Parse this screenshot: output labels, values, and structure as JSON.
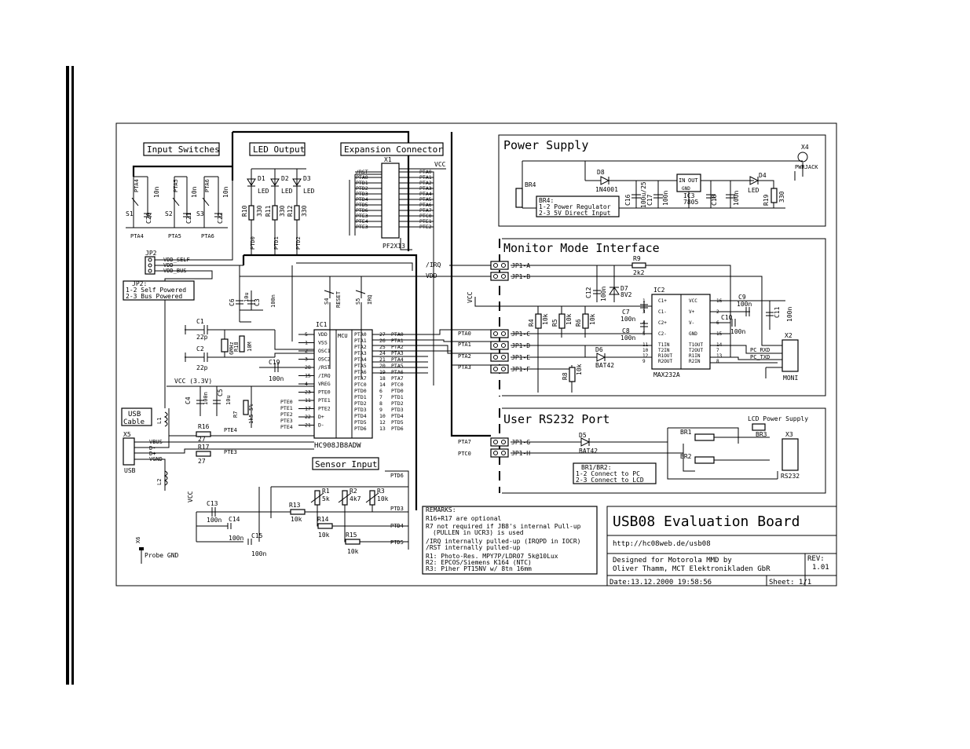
{
  "sections": {
    "input_switches": "Input Switches",
    "led_output": "LED Output",
    "expansion_connector": "Expansion Connector",
    "power_supply": "Power Supply",
    "monitor_mode": "Monitor Mode Interface",
    "user_rs232": "User RS232 Port",
    "sensor_input": "Sensor Input",
    "usb_cable": [
      "USB",
      "Cable"
    ],
    "lcd_power": "LCD Power Supply"
  },
  "switches": {
    "labels": [
      "S1",
      "S2",
      "S3"
    ],
    "caps": [
      "C20",
      "C21",
      "C22"
    ],
    "cap_value": "10n",
    "pins": [
      "PTA4",
      "PTA5",
      "PTA6"
    ]
  },
  "leds": {
    "labels": [
      "D1",
      "D2",
      "D3"
    ],
    "led_text": "LED",
    "resistors": [
      "R10",
      "R11",
      "R12"
    ],
    "res_value": "330",
    "pins": [
      "PTD0",
      "PTD1",
      "PTD2"
    ]
  },
  "expansion": {
    "ref": "X1",
    "part": "PF2X13",
    "vcc": "VCC",
    "left": [
      "/RST",
      "PTA0",
      "PTD1",
      "PTD2",
      "PTD3",
      "PTD4",
      "PTD5",
      "PTD6",
      "PTE3",
      "PTE4",
      "PTE3"
    ],
    "right": [
      "PTA0",
      "PTA1",
      "PTA2",
      "PTA3",
      "PTA4",
      "PTA5",
      "PTA6",
      "PTA7",
      "PTC0",
      "PTE1",
      "PTE2"
    ]
  },
  "power": {
    "br4": "BR4",
    "br4_note": [
      "BR4:",
      "1-2 Power Regulator",
      "2-3 5V Direct Input"
    ],
    "d8": "D8",
    "d8_part": "1N4001",
    "c16": "C16",
    "c16_val": "100u/25",
    "c17": "C17",
    "c17_val": "100n",
    "ic3": "IC3",
    "ic3_part": "7805",
    "ic3_in": "IN",
    "ic3_out": "OUT",
    "ic3_gnd": "GND",
    "c18": "C18",
    "c18_val": "100n",
    "d4": "D4",
    "d4_part": "LED",
    "r19": "R19",
    "r19_val": "330",
    "x4": "X4",
    "x4_part": "PWRJACK"
  },
  "jp2": {
    "ref": "JP2",
    "pins": [
      "VDD_SELF",
      "VDD",
      "VDD_BUS"
    ],
    "note": [
      "JP2:",
      "1-2 Self Powered",
      "2-3 Bus Powered"
    ]
  },
  "mcu": {
    "ref": "IC1",
    "part": "HC908JB8ADW",
    "tag": "MCU",
    "left_pins": [
      "VDD",
      "VSS",
      "OSC1",
      "OSC2",
      "/RST",
      "/IRQ",
      "VREG",
      "PTE0",
      "PTE1",
      "PTE2",
      "D+",
      "D-"
    ],
    "right_pins": [
      "PTA0",
      "PTA1",
      "PTA2",
      "PTA3",
      "PTA4",
      "PTA5",
      "PTA6",
      "PTA7",
      "PTC0",
      "PTD0",
      "PTD1",
      "PTD2",
      "PTD3",
      "PTD4",
      "PTD5",
      "PTD6"
    ],
    "right_nums": [
      "27",
      "26",
      "25",
      "24",
      "21",
      "20",
      "19",
      "18",
      "14",
      "6",
      "7",
      "8",
      "9",
      "10",
      "12",
      "13"
    ],
    "left_nums": [
      "5",
      "1",
      "2",
      "3",
      "28",
      "15",
      "4",
      "23",
      "11",
      "17",
      "22",
      "21"
    ]
  },
  "misc": {
    "c1": "C1",
    "c2": "C2",
    "c1_val": "22p",
    "c2_val": "22p",
    "q": "6MHz",
    "r18": "R18",
    "r18_val": "10M",
    "c19": "C19",
    "c19_val": "100n",
    "c6": "C6",
    "c3": "C3",
    "c6_val": "10u",
    "c3_val": "100n",
    "s4": "S4",
    "s4_lbl": "RESET",
    "s5": "S5",
    "s5_lbl": "IRQ",
    "vcc33": "VCC (3.3V)",
    "c4": "C4",
    "c4_val": "100n",
    "c5": "C5",
    "c5_val": "10u",
    "r7": "R7",
    "r7_val": "1k5 5%",
    "ptd_left": [
      "PTE0",
      "PTE1",
      "PTE2",
      "PTE3",
      "PTE4"
    ],
    "x5": "X5",
    "x5_part": "USB",
    "x5_pins": [
      "VBUS",
      "D-",
      "D+",
      "VGND"
    ],
    "l1": "L1",
    "l2": "L2",
    "r16": "R16",
    "r16_val": "27",
    "r17": "R17",
    "r17_val": "27",
    "pte4": "PTE4",
    "pte3": "PTE3",
    "x6": "X6",
    "probe": "Probe GND"
  },
  "monitor": {
    "jp1": [
      "JP1-A",
      "JP1-B",
      "JP1-C",
      "JP1-D",
      "JP1-E",
      "JP1-F"
    ],
    "irq": "/IRQ",
    "vdd": "VDD",
    "r9": "R9",
    "r9_val": "2k2",
    "c12": "C12",
    "c12_val": "100n",
    "d7": "D7",
    "d7_val": "8V2",
    "ic2": "IC2",
    "ic2_part": "MAX232A",
    "ic2_left": [
      "C1+",
      "C1-",
      "C2+",
      "C2-",
      "T1IN",
      "T2IN",
      "R1OUT",
      "R2OUT"
    ],
    "ic2_right": [
      "VCC",
      "V+",
      "V-",
      "GND",
      "T1OUT",
      "T2OUT",
      "R1IN",
      "R2IN"
    ],
    "c7": "C7",
    "c7_val": "100n",
    "c8": "C8",
    "c8_val": "100n",
    "c9": "C9",
    "c9_val": "100n",
    "c10": "C10",
    "c10_val": "100n",
    "c11": "C11",
    "c11_val": "100n",
    "r4": "R4",
    "r5": "R5",
    "r6": "R6",
    "r8": "R8",
    "r_val": "10k",
    "d6": "D6",
    "d6_part": "BAT42",
    "pta_side": [
      "PTA0",
      "PTA1",
      "PTA2",
      "PTA3"
    ],
    "vcc": "VCC",
    "x2": "X2",
    "x2_part": "MONI",
    "pc_rxd": "PC_RXD",
    "pc_txd": "PC_TXD"
  },
  "rs232": {
    "jp1": [
      "JP1-G",
      "JP1-H"
    ],
    "pins": [
      "PTA7",
      "PTC0"
    ],
    "d5": "D5",
    "d5_part": "BAT42",
    "br1": "BR1",
    "br2": "BR2",
    "br3": "BR3",
    "note": [
      "BR1/BR2:",
      "1-2 Connect to PC",
      "2-3 Connect to LCD"
    ],
    "x3": "X3",
    "x3_part": "RS232"
  },
  "sensors": {
    "vcc": "VCC",
    "c13": "C13",
    "c13_val": "100n",
    "c14": "C14",
    "c14_val": "100n",
    "c15": "C15",
    "c15_val": "100n",
    "r1": "R1",
    "r1_val": "5k",
    "r2": "R2",
    "r2_val": "4k7",
    "r3": "R3",
    "r3_val": "10k",
    "r13": "R13",
    "r13_val": "10k",
    "r14": "R14",
    "r14_val": "10k",
    "r15": "R15",
    "r15_val": "10k",
    "pins": [
      "PTD6",
      "PTD3",
      "PTD4",
      "PTD5"
    ]
  },
  "remarks": {
    "title": "REMARKS:",
    "lines": [
      "R16+R17 are optional",
      "R7 not required if JB8's internal Pull-up",
      "(PULLEN in UCR3) is used",
      "/IRQ internally pulled-up (IRQPD in IOCR)",
      "/RST internally pulled-up",
      "R1: Photo-Res. MPY7P/LDR07 5k@10Lux",
      "R2: EPCOS/Siemens K164 (NTC)",
      "R3: Piher PT15NV w/ 8tn 16mm"
    ]
  },
  "title_block": {
    "title": "USB08 Evaluation Board",
    "url": "http://hc08web.de/usb08",
    "designed": "Designed for Motorola MMD by",
    "author": "Oliver Thamm, MCT Elektronikladen GbR",
    "rev_label": "REV:",
    "rev": "1.01",
    "date": "Date:13.12.2000 19:58:56",
    "sheet": "Sheet: 1/1"
  }
}
